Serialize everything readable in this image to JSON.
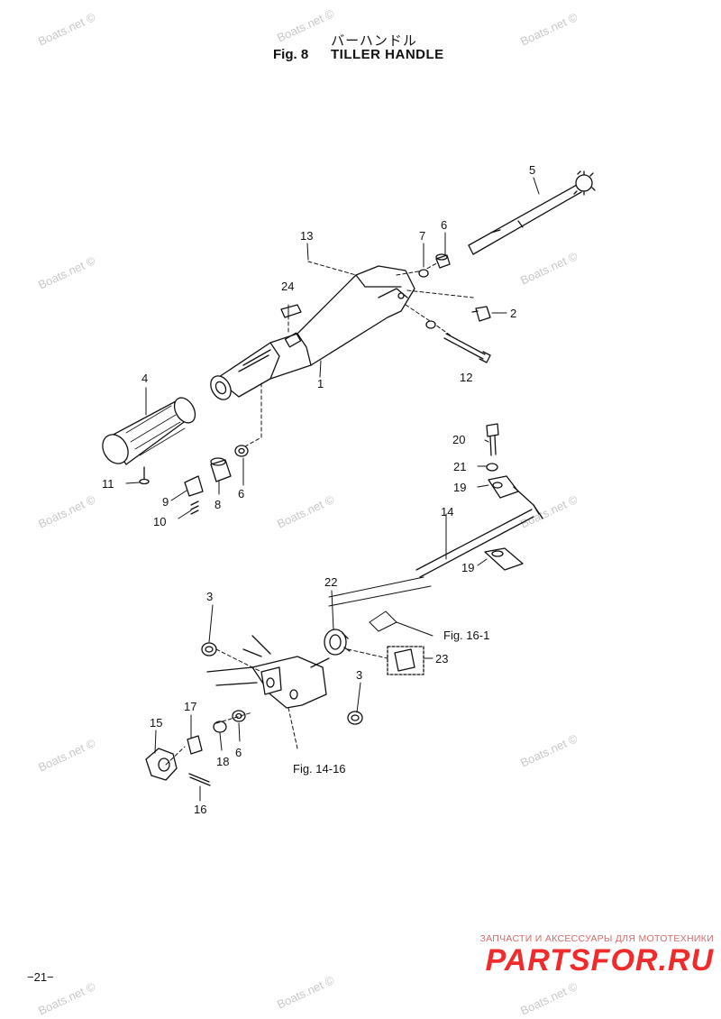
{
  "header": {
    "title_jp": "バーハンドル",
    "fig_number": "Fig. 8",
    "fig_name": "TILLER HANDLE"
  },
  "watermark": {
    "text": "Boats.net ©"
  },
  "callouts": {
    "p1": "1",
    "p2": "2",
    "p3a": "3",
    "p3b": "3",
    "p4": "4",
    "p5": "5",
    "p6a": "6",
    "p6b": "6",
    "p6c": "6",
    "p7": "7",
    "p8": "8",
    "p9": "9",
    "p10": "10",
    "p11": "11",
    "p12": "12",
    "p13": "13",
    "p14": "14",
    "p15": "15",
    "p16": "16",
    "p17": "17",
    "p18": "18",
    "p19a": "19",
    "p19b": "19",
    "p20": "20",
    "p21": "21",
    "p22": "22",
    "p23": "23",
    "p24": "24"
  },
  "references": {
    "fig_16_1": "Fig. 16-1",
    "fig_14_16": "Fig. 14-16"
  },
  "footer": {
    "page_number": "−21−",
    "brand_tagline": "ЗАПЧАСТИ И АКСЕССУАРЫ ДЛЯ МОТОТЕХНИКИ",
    "brand_name": "PARTSFOR.RU",
    "brand_color": "#ef2b2b"
  }
}
